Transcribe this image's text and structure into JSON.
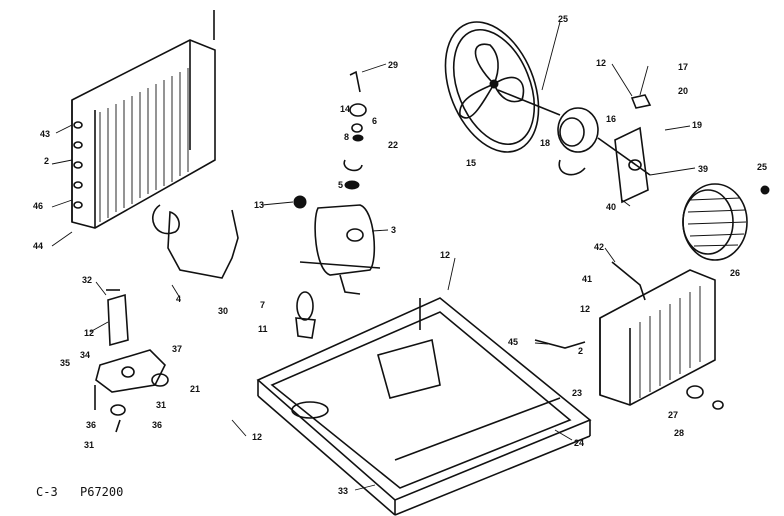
{
  "diagram": {
    "footer_left": "C-3",
    "footer_right": "P67200",
    "part_labels": {
      "p43": "43",
      "p2a": "2",
      "p46": "46",
      "p44": "44",
      "p4": "4",
      "p32": "32",
      "p12a": "12",
      "p35": "35",
      "p34": "34",
      "p37": "37",
      "p31a": "31",
      "p36a": "36",
      "p36b": "36",
      "p31b": "31",
      "p30": "30",
      "p21": "21",
      "p12b": "12",
      "p7": "7",
      "p11": "11",
      "p13": "13",
      "p3": "3",
      "p5": "5",
      "p8": "8",
      "p6": "6",
      "p14": "14",
      "p29": "29",
      "p22": "22",
      "p12c": "12",
      "p15": "15",
      "p25a": "25",
      "p18": "18",
      "p16": "16",
      "p12d": "12",
      "p17": "17",
      "p20": "20",
      "p19": "19",
      "p39": "39",
      "p40": "40",
      "p25b": "25",
      "p26": "26",
      "p42": "42",
      "p41": "41",
      "p12e": "12",
      "p45": "45",
      "p2b": "2",
      "p23": "23",
      "p27": "27",
      "p28": "28",
      "p24": "24",
      "p33": "33"
    }
  }
}
